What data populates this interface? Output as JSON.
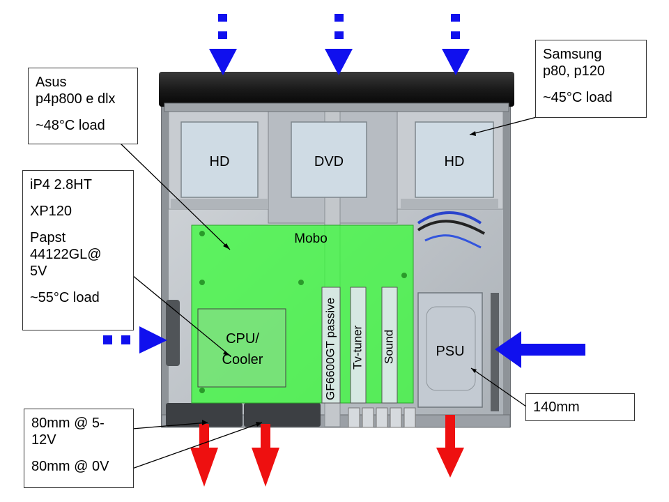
{
  "drives": {
    "hd_left": "HD",
    "dvd": "DVD",
    "hd_right": "HD"
  },
  "board": {
    "mobo": "Mobo",
    "cpu_line1": "CPU/",
    "cpu_line2": "Cooler",
    "gpu": "GF6600GT passive",
    "tv": "Tv-tuner",
    "sound": "Sound",
    "psu": "PSU"
  },
  "callouts": {
    "mobo": {
      "line1": "Asus",
      "line2": "p4p800 e dlx",
      "line3": "~48°C load"
    },
    "cpu": {
      "line1": "iP4 2.8HT",
      "line2": "XP120",
      "line3": "Papst",
      "line4": "44122GL@",
      "line5": "5V",
      "line6": "~55°C load"
    },
    "hdd": {
      "line1": "Samsung",
      "line2": "p80, p120",
      "line3": "~45°C load"
    },
    "psu_fan": {
      "line1": "140mm"
    },
    "rear_fans": {
      "line1": "80mm @ 5-",
      "line2": "12V",
      "line3": "80mm @ 0V"
    }
  },
  "colors": {
    "intake_arrow": "#1010ee",
    "exhaust_arrow": "#ee1010",
    "mobo_overlay": "#33ff33",
    "chassis": "#bfc3c8",
    "drive": "#d0dce6"
  },
  "icons": {
    "intake": "arrow-down-icon",
    "exhaust": "arrow-down-icon",
    "side_intake": "arrow-right-icon"
  }
}
